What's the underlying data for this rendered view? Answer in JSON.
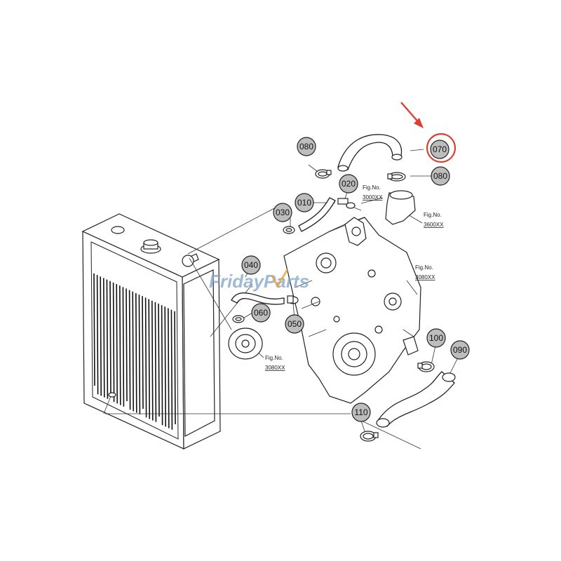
{
  "callouts": [
    {
      "id": "010",
      "label": "010"
    },
    {
      "id": "020",
      "label": "020"
    },
    {
      "id": "030",
      "label": "030"
    },
    {
      "id": "040",
      "label": "040"
    },
    {
      "id": "050",
      "label": "050"
    },
    {
      "id": "060",
      "label": "060"
    },
    {
      "id": "070",
      "label": "070",
      "highlighted": true
    },
    {
      "id": "080a",
      "label": "080"
    },
    {
      "id": "080b",
      "label": "080"
    },
    {
      "id": "090",
      "label": "090"
    },
    {
      "id": "100",
      "label": "100"
    },
    {
      "id": "110",
      "label": "110"
    }
  ],
  "figure_refs": [
    {
      "id": "fig3000",
      "title": "Fig.No.",
      "number": "3000XX"
    },
    {
      "id": "fig3600",
      "title": "Fig.No.",
      "number": "3600XX"
    },
    {
      "id": "fig3080a",
      "title": "Fig.No.",
      "number": "3080XX"
    },
    {
      "id": "fig3080b",
      "title": "Fig.No.",
      "number": "3080XX"
    }
  ],
  "watermark": {
    "text_a": "Friday",
    "text_b": "Parts"
  },
  "colors": {
    "highlight": "#d9412f",
    "bubble_fill": "#bdbdbd",
    "watermark": "#7fa3c9",
    "watermark_accent": "#e6a23c"
  }
}
